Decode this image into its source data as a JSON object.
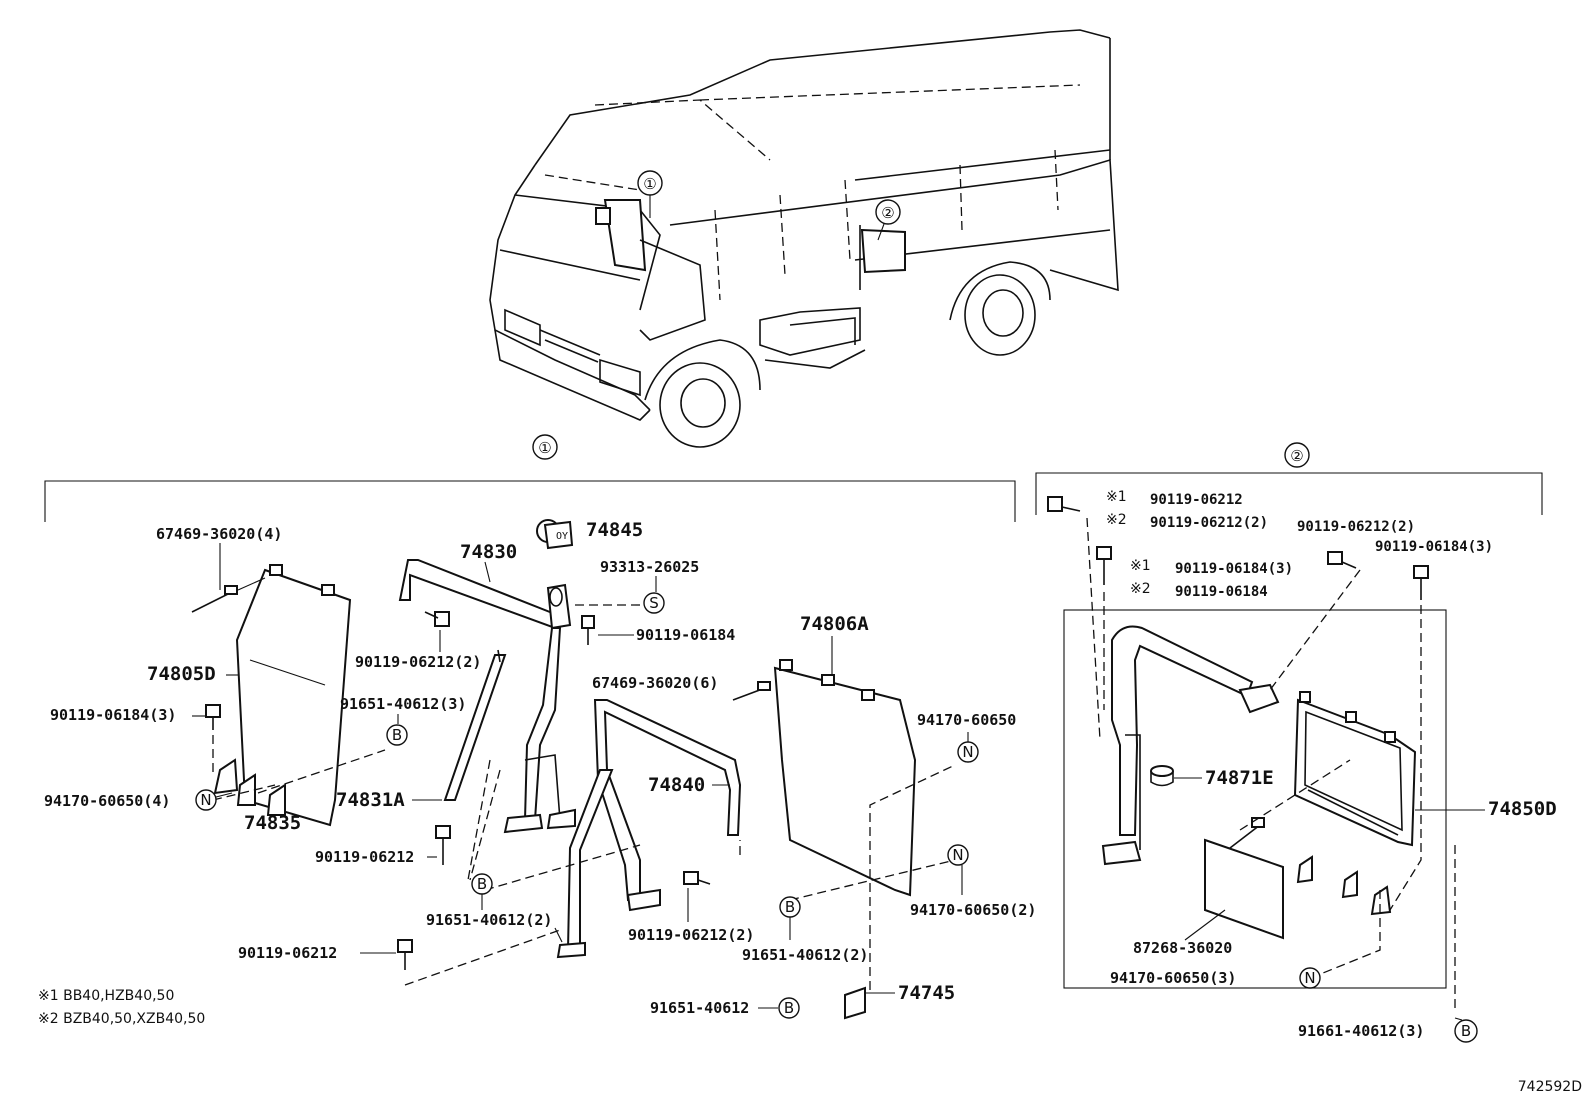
{
  "section_labels": {
    "s1": "①",
    "s2": "②"
  },
  "circle_refs": {
    "B": "B",
    "N": "N",
    "S": "S"
  },
  "parts": {
    "p67469_36020_4": "67469-36020(4)",
    "p74805D": "74805D",
    "p90119_06184_3_left": "90119-06184(3)",
    "p94170_60650_4": "94170-60650(4)",
    "p74835": "74835",
    "p74830": "74830",
    "p74845": "74845",
    "p93313_26025": "93313-26025",
    "p90119_06184_mid": "90119-06184",
    "p90119_06212_2_a": "90119-06212(2)",
    "p91651_40612_3": "91651-40612(3)",
    "p74831A": "74831A",
    "p90119_06212_a": "90119-06212",
    "p91651_40612_2_a": "91651-40612(2)",
    "p90119_06212_b": "90119-06212",
    "p67469_36020_6": "67469-36020(6)",
    "p74840": "74840",
    "p90119_06212_2_b": "90119-06212(2)",
    "p74806A": "74806A",
    "p94170_60650": "94170-60650",
    "p94170_60650_2": "94170-60650(2)",
    "p91651_40612_2_b": "91651-40612(2)",
    "p91651_40612": "91651-40612",
    "p74745": "74745",
    "p90119_06212_s1": "90119-06212",
    "p90119_06212_2_s2": "90119-06212(2)",
    "p90119_06212_2_c": "90119-06212(2)",
    "p90119_06184_3_right": "90119-06184(3)",
    "p90119_06184_3_s1": "90119-06184(3)",
    "p90119_06184_s2": "90119-06184",
    "p74871E": "74871E",
    "p74850D": "74850D",
    "p87268_36020": "87268-36020",
    "p94170_60650_3": "94170-60650(3)",
    "p91661_40612_3": "91661-40612(3)"
  },
  "marks": {
    "m1": "※1",
    "m2": "※2"
  },
  "footnotes": {
    "n1": "※1 BB40,HZB40,50",
    "n2": "※2 BZB40,50,XZB40,50"
  },
  "illustration_code": "742592D"
}
